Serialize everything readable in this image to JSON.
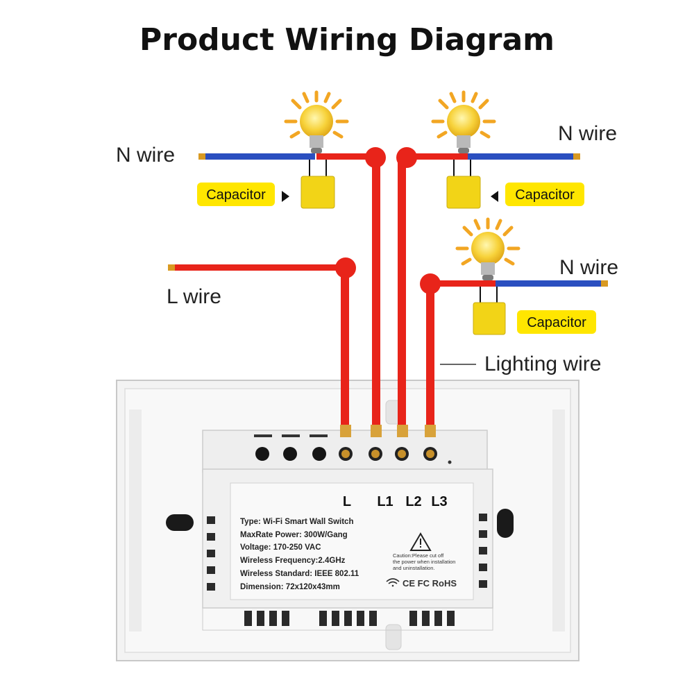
{
  "title": "Product Wiring Diagram",
  "labels": {
    "n_wire_left": "N wire",
    "n_wire_right_top": "N wire",
    "n_wire_right_mid": "N wire",
    "l_wire": "L wire",
    "lighting_wire": "Lighting wire",
    "capacitor_left": "Capacitor",
    "capacitor_right_top": "Capacitor",
    "capacitor_right_mid": "Capacitor"
  },
  "terminals": [
    "L",
    "L1",
    "L2",
    "L3"
  ],
  "spec_label": {
    "lines": [
      "Type: Wi-Fi Smart Wall Switch",
      "MaxRate Power: 300W/Gang",
      "Voltage: 170-250 VAC",
      "Wireless Frequency:2.4GHz",
      "Wireless Standard: IEEE 802.11",
      "Dimension: 72x120x43mm"
    ],
    "caution_lines": [
      "Caution:Please cut off",
      "the power when installation",
      "and uninstallation."
    ],
    "certifications": "CE FC RoHS"
  },
  "colors": {
    "live_wire": "#e8241a",
    "neutral_wire": "#2b4fc0",
    "capacitor": "#f2d417",
    "label_bg": "#ffe600",
    "bulb": "#f7d23a"
  }
}
